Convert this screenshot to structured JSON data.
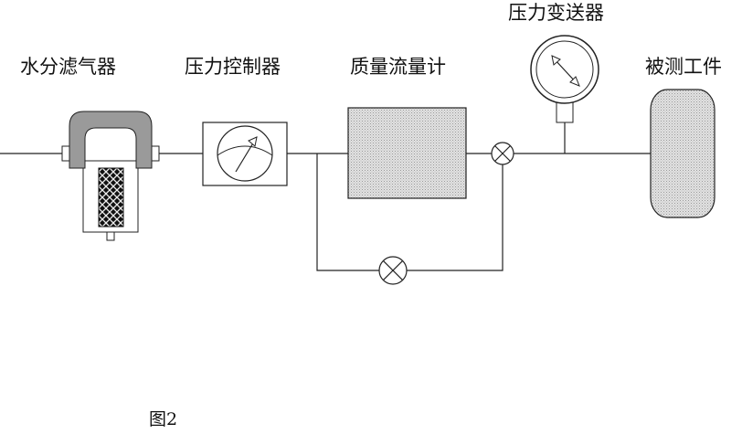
{
  "labels": {
    "water_filter": "水分滤气器",
    "pressure_controller": "压力控制器",
    "mass_flow_meter": "质量流量计",
    "pressure_transmitter": "压力变送器",
    "workpiece": "被测工件"
  },
  "caption": "图2",
  "colors": {
    "line": "#222222",
    "fill_gray": "#d9d9d9",
    "filter_cap": "#9a9a9a"
  }
}
